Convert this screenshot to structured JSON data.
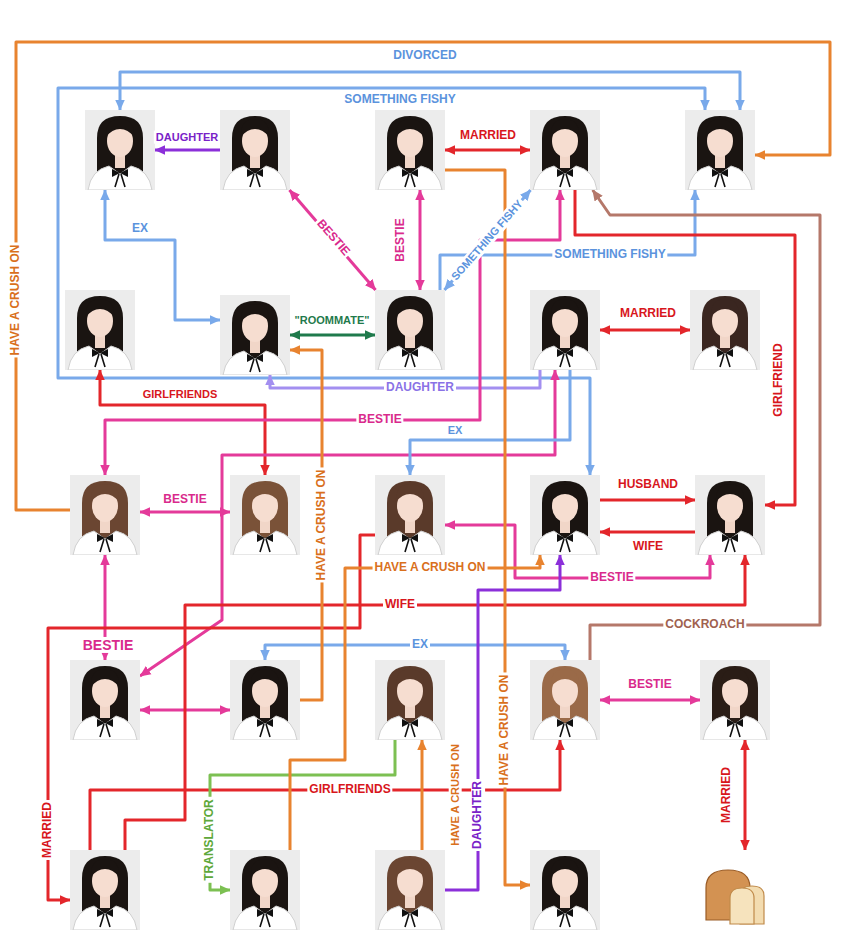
{
  "diagram": {
    "nodes": [
      {
        "text": []
      },
      {
        "text": []
      },
      {
        "text": []
      },
      {
        "text": []
      },
      {
        "text": []
      },
      {
        "text": []
      },
      {
        "text": []
      },
      {
        "text": []
      },
      {
        "text": []
      },
      {
        "text": []
      },
      {
        "text": []
      },
      {
        "text": []
      },
      {
        "text": []
      },
      {
        "text": []
      },
      {
        "text": []
      },
      {
        "text": []
      },
      {
        "text": []
      },
      {
        "text": []
      },
      {
        "text": []
      },
      {
        "text": []
      },
      {
        "text": []
      },
      {
        "text": []
      },
      {
        "text": []
      },
      {
        "text": []
      },
      {
        "text": []
      }
    ],
    "edges": [
      {
        "from": 0,
        "to": 4,
        "arrow": "both",
        "label": "DIVORCED"
      },
      {
        "from": 13,
        "to": 4,
        "arrow": "both",
        "label": "SOMETHING FISHY"
      },
      {
        "from": 1,
        "to": 0,
        "arrow": "to",
        "label": "DAUGHTER"
      },
      {
        "from": 2,
        "to": 3,
        "arrow": "both",
        "label": "MARRIED"
      },
      {
        "from": 10,
        "to": 4,
        "arrow": "to",
        "label": "HAVE A CRUSH ON"
      },
      {
        "from": 0,
        "to": 6,
        "arrow": "both",
        "label": "EX"
      },
      {
        "from": 1,
        "to": 7,
        "arrow": "both",
        "label": "BESTIE"
      },
      {
        "from": 2,
        "to": 7,
        "arrow": "both",
        "label": "BESTIE"
      },
      {
        "from": 7,
        "to": 3,
        "arrow": "both",
        "label": "SOMETHING FISHY"
      },
      {
        "from": 7,
        "to": 4,
        "arrow": "to",
        "label": "SOMETHING FISHY"
      },
      {
        "from": 6,
        "to": 7,
        "arrow": "both",
        "label": "\"ROOMMATE\""
      },
      {
        "from": 8,
        "to": 9,
        "arrow": "both",
        "label": "MARRIED"
      },
      {
        "from": 3,
        "to": 14,
        "arrow": "to",
        "label": "GIRLFRIEND"
      },
      {
        "from": 5,
        "to": 11,
        "arrow": "both",
        "label": "GIRLFRIENDS"
      },
      {
        "from": 8,
        "to": 6,
        "arrow": "to",
        "label": "DAUGHTER"
      },
      {
        "from": 3,
        "to": 10,
        "arrow": "both",
        "label": "BESTIE"
      },
      {
        "from": 10,
        "to": 11,
        "arrow": "both",
        "label": "BESTIE"
      },
      {
        "from": 10,
        "to": 15,
        "arrow": "both",
        "label": "BESTIE"
      },
      {
        "from": 15,
        "to": 16,
        "arrow": "both"
      },
      {
        "from": 8,
        "to": 15,
        "arrow": "both"
      },
      {
        "from": 8,
        "to": 12,
        "arrow": "to",
        "label": "EX"
      },
      {
        "from": 13,
        "to": 14,
        "arrow": "to",
        "label": "HUSBAND"
      },
      {
        "from": 14,
        "to": 13,
        "arrow": "to",
        "label": "WIFE"
      },
      {
        "from": 12,
        "to": 14,
        "arrow": "both",
        "label": "BESTIE"
      },
      {
        "from": 20,
        "to": 14,
        "arrow": "to",
        "label": "WIFE"
      },
      {
        "from": 12,
        "to": 20,
        "arrow": "to",
        "label": "MARRIED"
      },
      {
        "from": 16,
        "to": 18,
        "arrow": "both",
        "label": "EX"
      },
      {
        "from": 18,
        "to": 19,
        "arrow": "both",
        "label": "BESTIE"
      },
      {
        "from": 19,
        "to": 24,
        "arrow": "both",
        "label": "MARRIED"
      },
      {
        "from": 18,
        "to": 3,
        "arrow": "to",
        "label": "COCKROACH"
      },
      {
        "from": 20,
        "to": 18,
        "arrow": "to",
        "label": "GIRLFRIENDS"
      },
      {
        "from": 17,
        "to": 21,
        "arrow": "to",
        "label": "TRANSLATOR"
      },
      {
        "from": 22,
        "to": 17,
        "arrow": "to",
        "label": "HAVE A CRUSH ON"
      },
      {
        "from": 22,
        "to": 13,
        "arrow": "to",
        "label": "DAUGHTER"
      },
      {
        "from": 2,
        "to": 23,
        "arrow": "to",
        "label": "HAVE A CRUSH ON"
      },
      {
        "from": 16,
        "to": 6,
        "arrow": "to",
        "label": "HAVE A CRUSH ON"
      },
      {
        "from": 21,
        "to": 13,
        "arrow": "to",
        "label": "HAVE A CRUSH ON"
      }
    ]
  }
}
